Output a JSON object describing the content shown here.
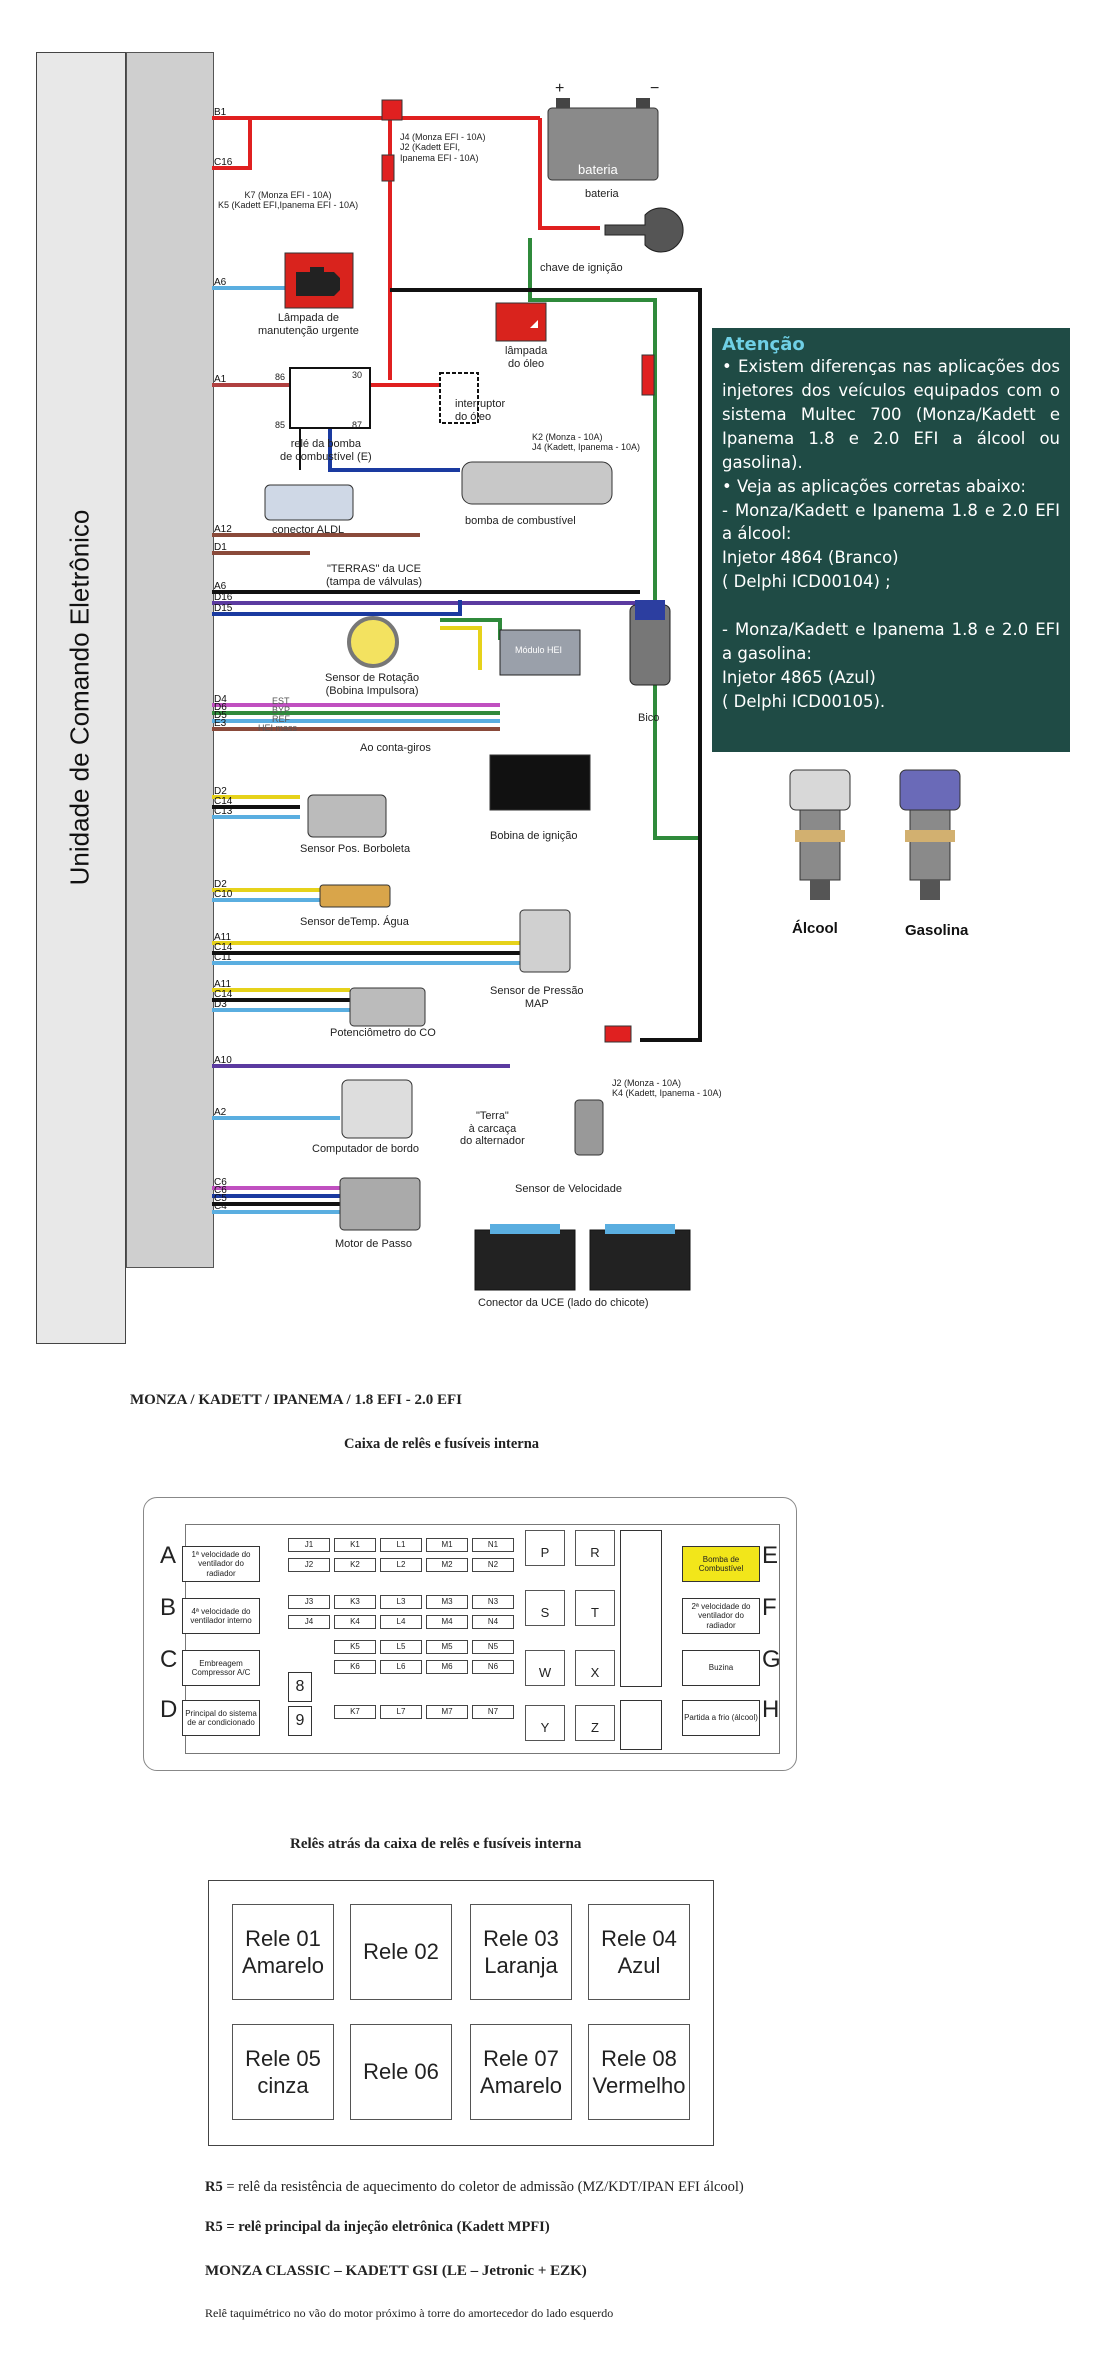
{
  "ecu": {
    "title": "Unidade de Comando Eletrônico",
    "pins_left": [
      "B1",
      "C16",
      "A6",
      "A1",
      "A12",
      "D1",
      "A6",
      "D16",
      "D15",
      "D4",
      "D6",
      "D5",
      "E3",
      "D2",
      "C14",
      "C13",
      "D2",
      "C10",
      "A11",
      "C14",
      "C11",
      "A11",
      "C14",
      "D3",
      "A10",
      "A2",
      "C6",
      "C6",
      "C5",
      "C4"
    ]
  },
  "diagram": {
    "fuse_j4": "J4 (Monza EFI - 10A)\nJ2 (Kadett EFI,\nIpanema EFI - 10A)",
    "fuse_k7": "K7 (Monza EFI - 10A)\nK5 (Kadett EFI,Ipanema EFI - 10A)",
    "battery": "bateria",
    "battery_plus": "+",
    "battery_minus": "−",
    "ignition_key": "chave de ignição",
    "check_engine_lamp": "Lâmpada de\nmanutenção urgente",
    "oil_lamp": "lâmpada\ndo óleo",
    "relay_pins": [
      "86",
      "30",
      "85",
      "87"
    ],
    "fuel_pump_relay": "relé da bomba\nde combustível (E)",
    "oil_switch": "interruptor\ndo óleo",
    "fuse_k2": "K2 (Monza - 10A)\nJ4 (Kadett, Ipanema - 10A)",
    "aldl": "conector ALDL",
    "fuel_pump": "bomba de combustível",
    "grounds": "\"TERRAS\" da UCE\n(tampa de válvulas)",
    "rotation_sensor": "Sensor de Rotação\n(Bobina Impulsora)",
    "hei_module": "Módulo HEI",
    "injector": "Bico",
    "rpm_label": "Ao conta-giros",
    "coil": "Bobina de ignição",
    "tps": "Sensor Pos. Borboleta",
    "water_temp": "Sensor deTemp. Água",
    "map": "Sensor de Pressão\nMAP",
    "co_pot": "Potenciômetro do CO",
    "fuse_j2": "J2 (Monza - 10A)\nK4 (Kadett, Ipanema - 10A)",
    "alternator_ground": "\"Terra\"\nà carcaça\ndo alternador",
    "trip_computer": "Computador de bordo",
    "speed_sensor": "Sensor de Velocidade",
    "idle_motor": "Motor de Passo",
    "ecu_connector": "Conector da UCE (lado do chicote)",
    "signal_labels": [
      "EST",
      "BYP",
      "REF",
      "HEI mass"
    ]
  },
  "attention": {
    "title": "Atenção",
    "body": [
      "• Existem diferenças nas aplicações dos injetores dos veículos equipados com o sistema Multec 700 (Monza/Kadett e Ipanema 1.8 e 2.0 EFI a álcool ou gasolina).",
      "• Veja as aplicações corretas abaixo:",
      "- Monza/Kadett e Ipanema 1.8 e 2.0 EFI a álcool:",
      "Injetor 4864 (Branco)",
      "( Delphi ICD00104) ;",
      "",
      "- Monza/Kadett e Ipanema 1.8 e 2.0 EFI a gasolina:",
      "Injetor 4865 (Azul)",
      "( Delphi ICD00105)."
    ]
  },
  "injectors": [
    {
      "label": "Álcool",
      "color": "#d8d8d8"
    },
    {
      "label": "Gasolina",
      "color": "#6a6ab8"
    }
  ],
  "fusebox_section": {
    "model_heading": "MONZA /  KADETT /  IPANEMA  / 1.8 EFI - 2.0 EFI",
    "title": "Caixa de relês e fusíveis interna",
    "left_relays": [
      {
        "letter": "A",
        "text": "1ª velocidade do ventilador do radiador"
      },
      {
        "letter": "B",
        "text": "4ª velocidade do ventilador interno"
      },
      {
        "letter": "C",
        "text": "Embreagem Compressor A/C"
      },
      {
        "letter": "D",
        "text": "Principal do sistema de ar condicionado"
      }
    ],
    "right_relays": [
      {
        "letter": "E",
        "text": "Bomba de Combustível",
        "highlight": "#f2e61a"
      },
      {
        "letter": "F",
        "text": "2ª velocidade do ventilador do radiador"
      },
      {
        "letter": "G",
        "text": "Buzina"
      },
      {
        "letter": "H",
        "text": "Partida a frio (álcool)"
      }
    ],
    "fuse_rows": [
      [
        "J1",
        "K1",
        "L1",
        "M1",
        "N1"
      ],
      [
        "J2",
        "K2",
        "L2",
        "M2",
        "N2"
      ],
      [
        "J3",
        "K3",
        "L3",
        "M3",
        "N3"
      ],
      [
        "J4",
        "K4",
        "L4",
        "M4",
        "N4"
      ],
      [
        "",
        "K5",
        "L5",
        "M5",
        "N5"
      ],
      [
        "",
        "K6",
        "L6",
        "M6",
        "N6"
      ],
      [
        "",
        "K7",
        "L7",
        "M7",
        "N7"
      ]
    ],
    "small_slots": [
      "8",
      "9"
    ],
    "relay_slots": [
      "P",
      "R",
      "S",
      "T",
      "W",
      "X",
      "Y",
      "Z"
    ]
  },
  "rear_relays": {
    "title": "Relês atrás da caixa de relês e fusíveis interna",
    "relays": [
      "Rele 01\nAmarelo",
      "Rele 02",
      "Rele 03\nLaranja",
      "Rele 04\nAzul",
      "Rele 05\ncinza",
      "Rele 06",
      "Rele 07\nAmarelo",
      "Rele 08\nVermelho"
    ]
  },
  "notes": {
    "r5_a_key": "R5",
    "r5_a_text": " = relê da resistência de aquecimento do coletor de admissão (MZ/KDT/IPAN EFI álcool)",
    "r5_b": "R5 = relê principal da injeção eletrônica (Kadett MPFI)",
    "classic_heading": "MONZA CLASSIC – KADETT GSI  (LE – Jetronic + EZK)",
    "tach_relay": "Relê taquimétrico no vão do motor próximo à torre do amortecedor do lado esquerdo"
  }
}
